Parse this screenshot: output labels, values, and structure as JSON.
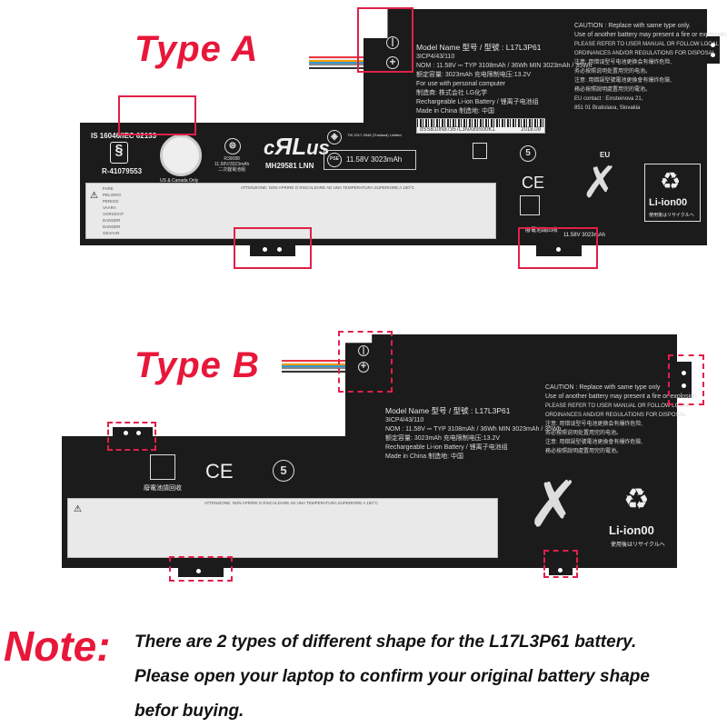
{
  "type_a": {
    "title": "Type A",
    "model_line": "Model Name 型号 / 型號 : L17L3P61",
    "cell_line": "3ICP4/43/110",
    "nom_line": "NOM : 11.58V ⎓ TYP 3108mAh / 36Wh  MIN 3023mAh / 35Wh",
    "rated_line": "额定容量: 3023mAh  充电限制电压:13.2V",
    "use_line": "For use with      personal computer",
    "maker_line": "制造商: 株式会社 LG化学",
    "battery_line": "Rechargeable Li-ion Battery / 锂离子电池组",
    "made_line": "Made in China  制造地: 中国",
    "barcode_text": "dSSB10N87357L3NX89S00K1",
    "barcode_date": "2018.09",
    "caution": [
      "CAUTION : Replace with same type only.",
      "Use of another battery may present a fire or explosion.",
      "PLEASE REFER TO USER MANUAL OR FOLLOW LOCAL",
      "ORDINANCES AND/OR REGULATIONS FOR DISPOSAL",
      "注意: 用错误型号电池更换会有爆炸危险,",
      "务必按照说明处置用完的电池。",
      "注意: 用錯誤型號電池更換會有爆炸危險,",
      "務必按照說明處置用完的電池。",
      "EU contact :            Einsteinova 21,",
      "851 01 Bratislava, Slovakia"
    ],
    "is_cert": "IS 16046/IEC 62133",
    "r_number": "R-41079553",
    "rbrc_caption": "US & Canada Only",
    "bsmi_text": [
      "R39088",
      "11.58V/3023mAh",
      "二次鋰電池組"
    ],
    "ul_text": "MH29581 LNN",
    "tis_text": "TIS 2217-2548 (Thailand) Limited",
    "pse_text": "11.58V  3023mAh",
    "recycle_caption": "廢電池請回收",
    "bottom_right_text": "11.58V  3023mAh",
    "eu_label": "EU",
    "li_ion_label": "Li-ion00",
    "li_ion_caption": "使用後はリサイクルへ",
    "ce_label": "CE",
    "warning_heads": [
      "FARE",
      "PELIGRO",
      "PERIGO",
      "VAARA",
      "VORSICHT",
      "DANGER",
      "DANGER",
      "GEVAAR"
    ],
    "warning_mid": "ATTENZIONE: NON APRIRE O RISCALDARE AD UNA TEMPERATURA SUPERIORE A 100°C"
  },
  "type_b": {
    "title": "Type B",
    "model_line": "Model Name 型号 / 型號 : L17L3P61",
    "cell_line": "3ICP4/43/110",
    "nom_line": "NOM : 11.58V ⎓ TYP 3108mAh / 36Wh  MIN 3023mAh / 35Wh",
    "rated_line": "额定容量: 3023mAh  充电限制电压:13.2V",
    "battery_line": "Rechargeable Li-ion Battery / 锂离子电池组",
    "made_line": "Made in China  制造地: 中国",
    "caution": [
      "CAUTION : Replace with same type only",
      "Use of another battery may present a fire or explosion",
      "PLEASE REFER TO USER MANUAL OR FOLLOW LOCAL",
      "ORDINANCES AND/OR REGULATIONS FOR DISPOSAL",
      "注意: 用错误型号电池更换会有爆炸危险,",
      "务必按照说明处置用完的电池。",
      "注意: 用錯誤型號電池更換會有爆炸危險,",
      "務必按照說明處置用完的電池。"
    ],
    "recycle_caption": "廢電池請回收",
    "ce_label": "CE",
    "li_ion_label": "Li-ion00",
    "li_ion_caption": "使用後はリサイクルへ",
    "warning_mid": "ATTENZIONE: NON APRIRE O RISCALDARE AD UNA TEMPERATURA SUPERIORE A 100°C"
  },
  "note": {
    "label": "Note:",
    "lines": [
      "There are 2 types of different shape for the L17L3P61 battery.",
      "Please open your laptop to confirm your original battery shape",
      "befor buying."
    ]
  }
}
